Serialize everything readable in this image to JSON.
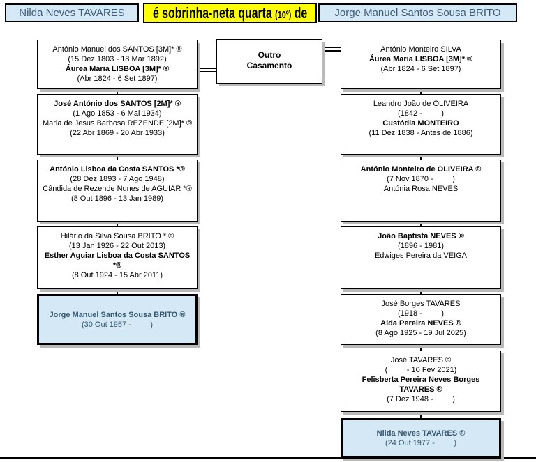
{
  "header": {
    "person_a": "Nilda Neves TAVARES",
    "relationship_main": "é sobrinha-neta quarta ",
    "relationship_degree": "(10º)",
    "relationship_suffix": " de",
    "person_b": "Jorge Manuel Santos Sousa BRITO"
  },
  "marriage_box": {
    "line1": "Outro",
    "line2": "Casamento"
  },
  "colors": {
    "highlight_yellow": "#ffff00",
    "highlight_blue": "#d4e8f6",
    "person_text_blue": "#3a5a78",
    "box_shadow_gray": "#b9b9b9",
    "line_black": "#000000"
  },
  "left_column": [
    {
      "lines": [
        "António Manuel dos SANTOS [3M]* ®",
        "(15 Dez 1803 - 18 Mar 1892)",
        "Áurea Maria LISBOA [3M]* ®",
        "(Abr 1824 - 6 Set 1897)"
      ]
    },
    {
      "lines": [
        "José António dos SANTOS [2M]* ®",
        "(1 Ago 1853 - 6 Mai 1934)",
        "Maria de Jesus Barbosa REZENDE [2M]* ®",
        "(22 Abr 1869 - 20 Abr 1933)"
      ]
    },
    {
      "lines": [
        "António Lisboa da Costa SANTOS *®",
        "(28 Dez 1893 - 7 Ago 1948)",
        "Cândida de Rezende Nunes de AGUIAR *®",
        "(8 Out 1896 - 13 Jan 1989)"
      ]
    },
    {
      "lines": [
        "Hilário da Silva Sousa BRITO * ®",
        "(13 Jan 1926 - 22 Out 2013)",
        "Esther Aguiar Lisboa da Costa SANTOS *®",
        "(8 Out 1924 - 15 Abr 2011)"
      ]
    },
    {
      "lines": [
        "Jorge Manuel Santos Sousa BRITO ®",
        "(30 Out 1957 -         )"
      ]
    }
  ],
  "right_column": [
    {
      "lines": [
        "António Monteiro SILVA",
        "Áurea Maria LISBOA [3M]* ®",
        "(Abr 1824 - 6 Set 1897)"
      ]
    },
    {
      "lines": [
        "Leandro João de OLIVEIRA",
        "(1842 -         )",
        "Custódia MONTEIRO",
        "(11 Dez 1838 - Antes de 1886)"
      ]
    },
    {
      "lines": [
        "António Monteiro de OLIVEIRA ®",
        "(7 Nov 1870 -         )",
        "Antónia Rosa NEVES"
      ]
    },
    {
      "lines": [
        "João Baptista NEVES ®",
        "(1896 - 1981)",
        "Edwiges Pereira da VEIGA"
      ]
    },
    {
      "lines": [
        "José Borges TAVARES",
        "(1918 -         )",
        "Alda Pereira NEVES ®",
        "(8 Ago 1925 - 19 Jul 2025)"
      ]
    },
    {
      "lines": [
        "José TAVARES ®",
        "(         - 10 Fev 2021)",
        "Felisberta Pereira Neves Borges TAVARES ®",
        "(7 Dez 1948 -         )"
      ]
    },
    {
      "lines": [
        "Nilda Neves TAVARES ®",
        "(24 Out 1977 -         )"
      ]
    }
  ]
}
